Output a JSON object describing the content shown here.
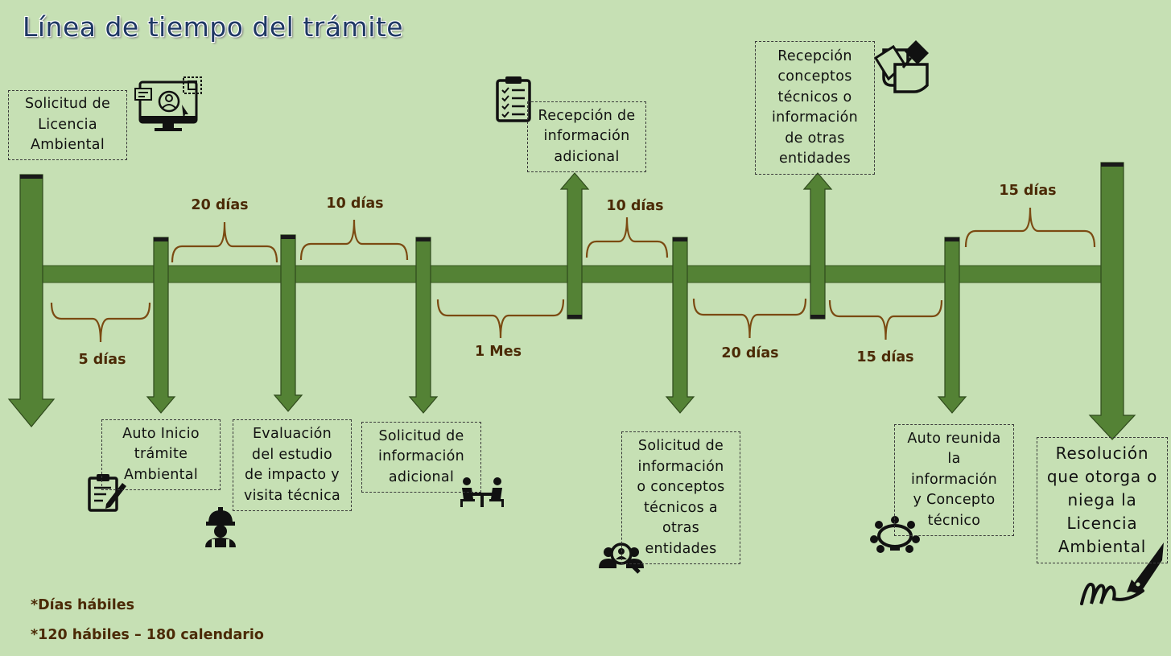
{
  "title": "Línea de tiempo del trámite",
  "steps": [
    {
      "label": "Solicitud de\nLicencia\nAmbiental",
      "icon": "computer-user-icon"
    },
    {
      "label": "Auto Inicio\ntrámite\nAmbiental",
      "icon": "clipboard-pen-icon"
    },
    {
      "label": "Evaluación\ndel estudio\nde impacto y\nvisita técnica",
      "icon": "engineer-icon"
    },
    {
      "label": "Solicitud de\ninformación\nadicional",
      "icon": "meeting-table-icon"
    },
    {
      "label": "Recepción de\ninformación\nadicional",
      "icon": "checklist-icon"
    },
    {
      "label": "Solicitud de\ninformación\no conceptos\ntécnicos a\notras\nentidades",
      "icon": "search-people-icon"
    },
    {
      "label": "Recepción\nconceptos\ntécnicos o\ninformación\nde otras\nentidades",
      "icon": "pinned-notes-icon"
    },
    {
      "label": "Auto reunida\nla\ninformación\ny Concepto\ntécnico",
      "icon": "meeting-round-table-icon"
    },
    {
      "label": "Resolución\nque otorga o\nniega la\nLicencia\nAmbiental",
      "icon": "fountain-pen-signature-icon"
    }
  ],
  "durations": [
    "5 días",
    "20 días",
    "10 días",
    "1 Mes",
    "10 días",
    "20 días",
    "15 días",
    "15 días"
  ],
  "notes": [
    "*Días hábiles",
    "*120 hábiles – 180 calendario"
  ],
  "colors": {
    "background": "#c6e0b4",
    "arrow": "#548235",
    "brace": "#7b4a12",
    "duration_text": "#4b2a06",
    "title": "#1f3864"
  }
}
